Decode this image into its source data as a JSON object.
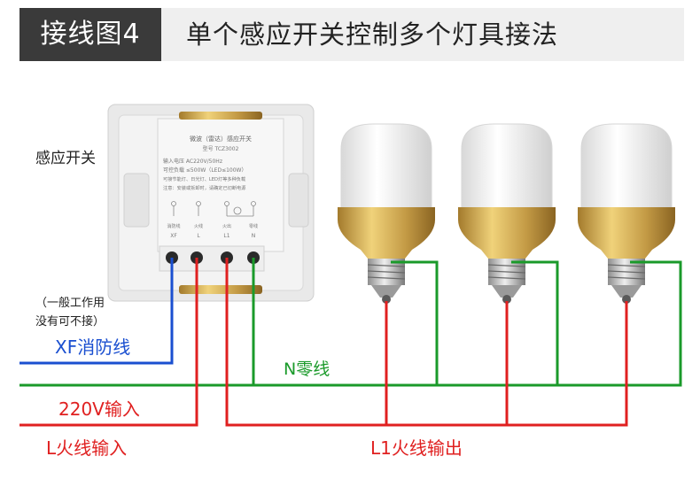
{
  "header": {
    "tag": "接线图4",
    "title": "单个感应开关控制多个灯具接法"
  },
  "labels": {
    "sensor_switch": "感应开关",
    "note_line1": "（一般工作用",
    "note_line2": "没有可不接）",
    "xf_wire": "XF消防线",
    "n_wire": "N零线",
    "v220": "220V输入",
    "l_input": "L火线输入",
    "l1_output": "L1火线输出"
  },
  "device": {
    "line1": "微波（雷达）感应开关",
    "line2": "型号 TCZ3002",
    "line3": "输入电压 AC220V/50Hz",
    "line4": "可控负载 ≤500W（LED≤100W）",
    "line5": "可接节能灯、日光灯、LED灯等多种负载",
    "line6": "注意：安装或拆卸时，请确定已切断电源",
    "terminals": [
      "消防线",
      "火线",
      "火出",
      "零线"
    ],
    "terminal_codes": [
      "XF",
      "L",
      "L1",
      "N"
    ]
  },
  "colors": {
    "red": "#e02020",
    "green": "#1a9a2a",
    "blue": "#1a4fd0",
    "header_dark": "#3a3a3a",
    "gold": "#c9a24a"
  }
}
